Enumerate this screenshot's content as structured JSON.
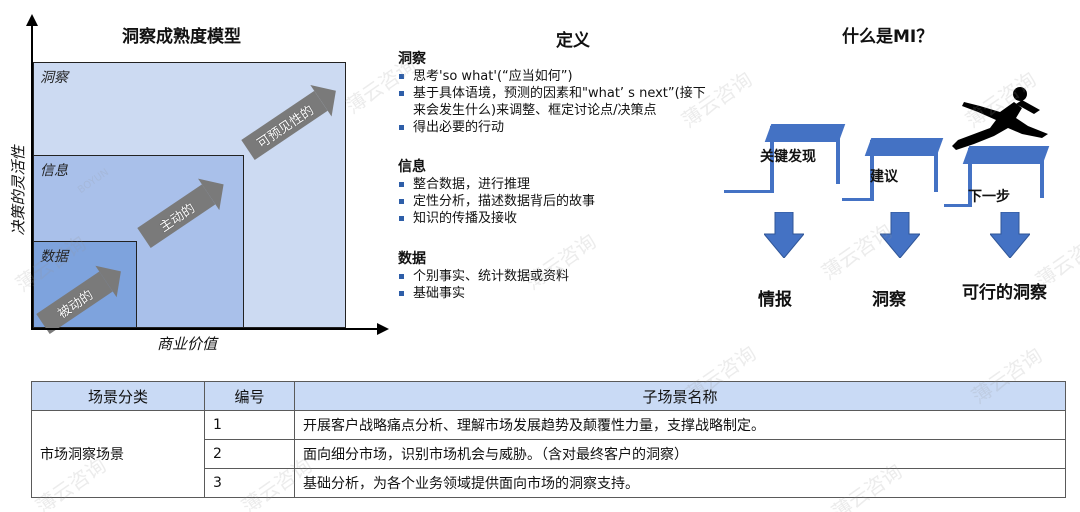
{
  "maturity": {
    "title": "洞察成熟度模型",
    "ylabel": "决策的灵活性",
    "xlabel": "商业价值",
    "levels": [
      "洞察",
      "信息",
      "数据"
    ],
    "arrows": [
      "可预见性的",
      "主动的",
      "被动的"
    ]
  },
  "definition": {
    "title": "定义",
    "sections": [
      {
        "title": "洞察",
        "items": [
          "思考'so what'(“应当如何”)",
          "基于具体语境，预测的因素和\"what’ s next”(接下",
          "来会发生什么)来调整、框定讨论点/决策点",
          "得出必要的行动"
        ]
      },
      {
        "title": "信息",
        "items": [
          "整合数据，进行推理",
          "定性分析，描述数据背后的故事",
          "知识的传播及接收"
        ]
      },
      {
        "title": "数据",
        "items": [
          "个别事实、统计数据或资料",
          "基础事实"
        ]
      }
    ]
  },
  "mi": {
    "title": "什么是MI？",
    "hurdles": [
      "关键发现",
      "建议",
      "下一步"
    ],
    "outputs": [
      "情报",
      "洞察",
      "可行的洞察"
    ]
  },
  "table": {
    "headers": [
      "场景分类",
      "编号",
      "子场景名称"
    ],
    "category": "市场洞察场景",
    "rows": [
      {
        "no": "1",
        "name": "开展客户战略痛点分析、理解市场发展趋势及颠覆性力量，支撑战略制定。"
      },
      {
        "no": "2",
        "name": "面向细分市场，识别市场机会与威胁。（含对最终客户的洞察）"
      },
      {
        "no": "3",
        "name": "基础分析，为各个业务领域提供面向市场的洞察支持。"
      }
    ]
  },
  "watermark": {
    "text": "薄云咨询",
    "sub": "BOYUN"
  },
  "colors": {
    "level_outer": "#ccdaf2",
    "level_mid": "#a9c0ea",
    "level_inner": "#7ea3dd",
    "accent": "#4472c4",
    "header_bg": "#c9daf5"
  }
}
